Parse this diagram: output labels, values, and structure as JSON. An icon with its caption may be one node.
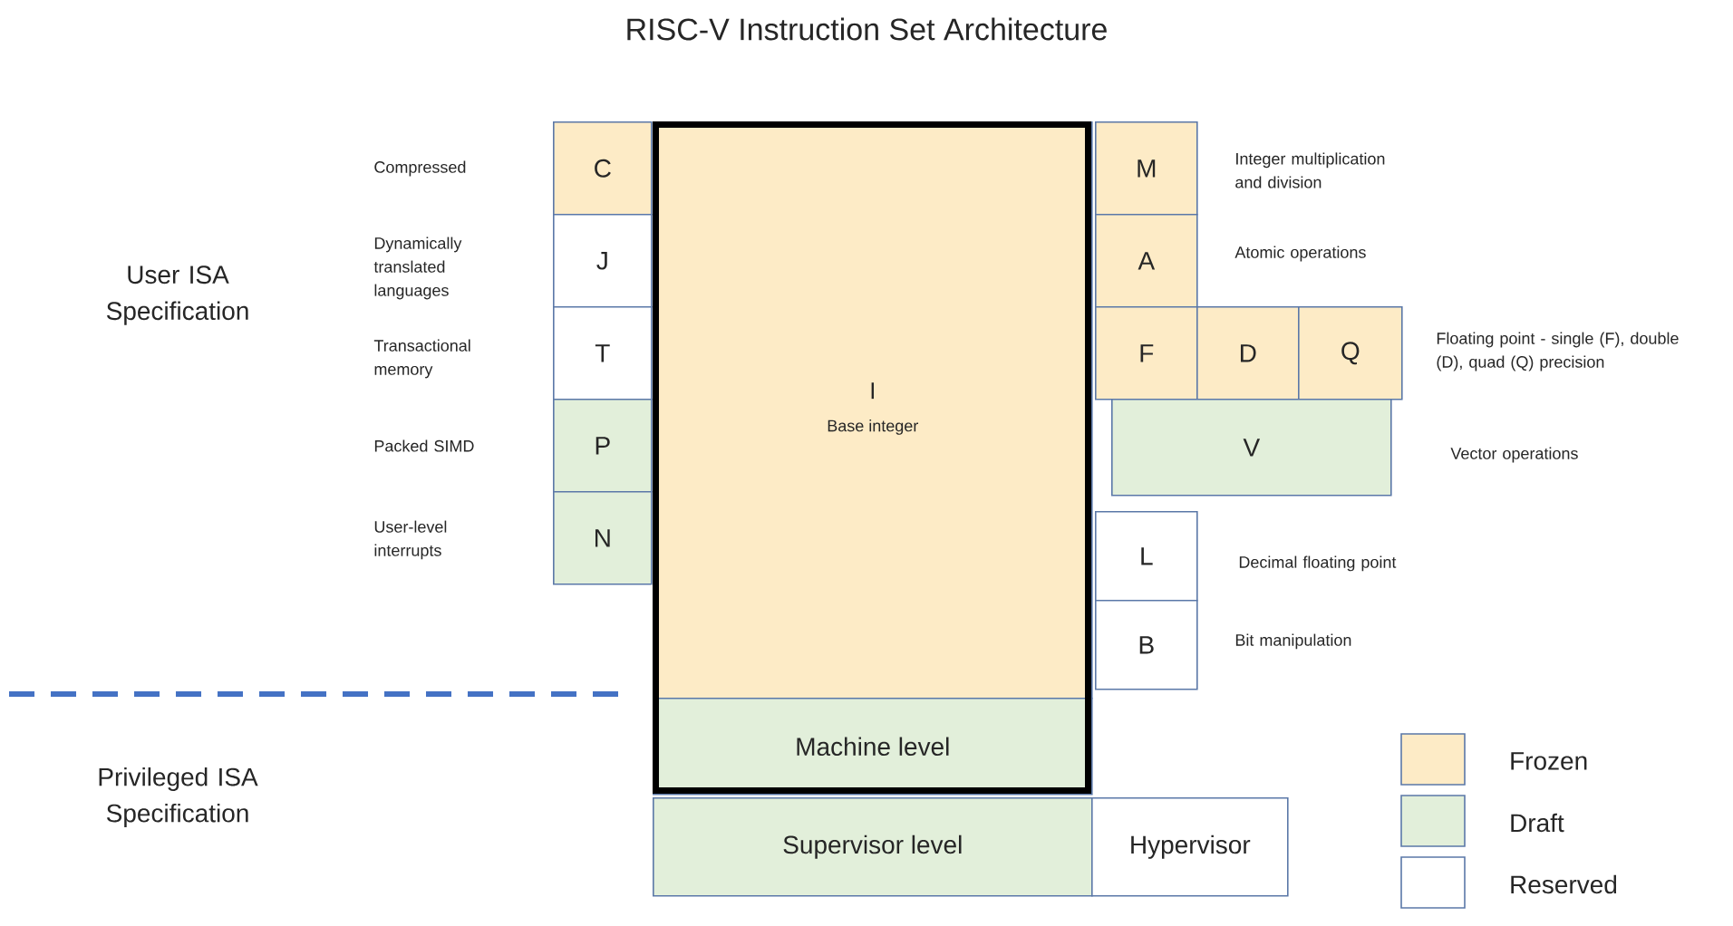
{
  "diagram": {
    "title": "RISC-V Instruction Set  Architecture",
    "nodes": [
      {
        "text": [
          "C"
        ]
      },
      {
        "text": [
          "M"
        ],
        "beside": [
          "Integer multiplication and division"
        ]
      },
      {
        "text": [
          "I",
          "Base integer"
        ]
      },
      {
        "text": [
          "J"
        ]
      },
      {
        "text": [
          "A"
        ],
        "beside": [
          "Atomic operations"
        ]
      },
      {
        "text": [
          "T"
        ]
      },
      {
        "text": [
          "F"
        ]
      },
      {
        "text": [
          "D"
        ]
      },
      {
        "text": [
          "Q"
        ],
        "beside": [
          "Floating point - single (F), double (D), quad (Q) precision"
        ]
      },
      {
        "text": [
          "P"
        ]
      },
      {
        "text": [
          "V"
        ],
        "beside": [
          "Vector operations"
        ]
      },
      {
        "text": [
          "N"
        ]
      },
      {
        "text": [
          "L"
        ],
        "beside": [
          "Decimal floating point"
        ]
      },
      {
        "text": [
          "B"
        ],
        "beside": [
          "Bit manipulation"
        ]
      },
      {
        "text": [
          "Machine level"
        ]
      },
      {
        "text": [
          "Supervisor level"
        ]
      },
      {
        "text": [
          "Hypervisor"
        ]
      }
    ],
    "labels": [
      "Compressed",
      "Dynamically translated languages",
      "User ISA Specification",
      "Transactional memory",
      "Packed SIMD",
      "User-level interrupts",
      "Privileged ISA Specification"
    ],
    "legend": [
      {
        "text": "Frozen",
        "color": "#fdebc6"
      },
      {
        "text": "Draft",
        "color": "#e2efda"
      },
      {
        "text": "Reserved"
      }
    ]
  }
}
